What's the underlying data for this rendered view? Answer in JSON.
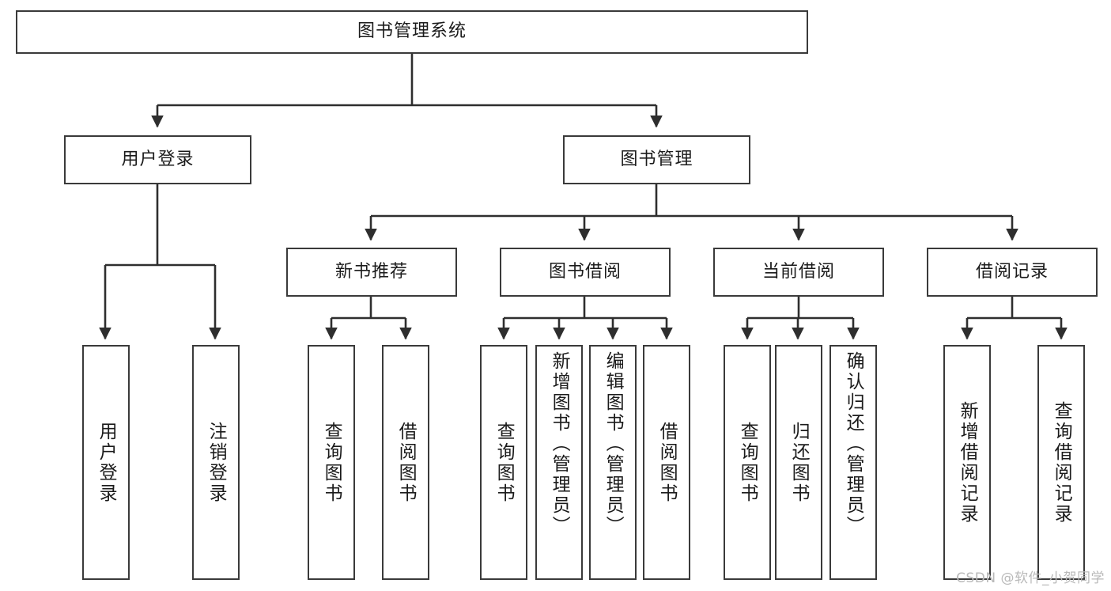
{
  "diagram": {
    "type": "tree-structure-chart",
    "title": "图书管理系统",
    "root": {
      "label": "图书管理系统"
    },
    "level1": [
      {
        "id": "user-login",
        "label": "用户登录"
      },
      {
        "id": "book-management",
        "label": "图书管理"
      }
    ],
    "level2": [
      {
        "id": "new-book-recommend",
        "label": "新书推荐",
        "parent": "book-management"
      },
      {
        "id": "book-borrow",
        "label": "图书借阅",
        "parent": "book-management"
      },
      {
        "id": "current-borrow",
        "label": "当前借阅",
        "parent": "book-management"
      },
      {
        "id": "borrow-record",
        "label": "借阅记录",
        "parent": "book-management"
      }
    ],
    "leaves": {
      "user_login": [
        {
          "id": "leaf-user-login",
          "label": "用户登录"
        },
        {
          "id": "leaf-logout-login",
          "label": "注销登录"
        }
      ],
      "new_book_recommend": [
        {
          "id": "leaf-query-book-1",
          "label": "查询图书"
        },
        {
          "id": "leaf-borrow-book-1",
          "label": "借阅图书"
        }
      ],
      "book_borrow": [
        {
          "id": "leaf-query-book-2",
          "label": "查询图书"
        },
        {
          "id": "leaf-add-book-admin",
          "label": "新增图书（管理员）"
        },
        {
          "id": "leaf-edit-book-admin",
          "label": "编辑图书（管理员）"
        },
        {
          "id": "leaf-borrow-book-2",
          "label": "借阅图书"
        }
      ],
      "current_borrow": [
        {
          "id": "leaf-query-book-3",
          "label": "查询图书"
        },
        {
          "id": "leaf-return-book",
          "label": "归还图书"
        },
        {
          "id": "leaf-confirm-return-admin",
          "label": "确认归还（管理员）"
        }
      ],
      "borrow_record": [
        {
          "id": "leaf-add-borrow-record",
          "label": "新增借阅记录"
        },
        {
          "id": "leaf-query-borrow-record",
          "label": "查询借阅记录"
        }
      ]
    }
  },
  "watermark": {
    "text": "CSDN @软件_小贺同学"
  },
  "colors": {
    "border": "#3a3a3a",
    "background": "#ffffff",
    "text": "#1b1b1b",
    "watermark": "#b9b9b9"
  }
}
